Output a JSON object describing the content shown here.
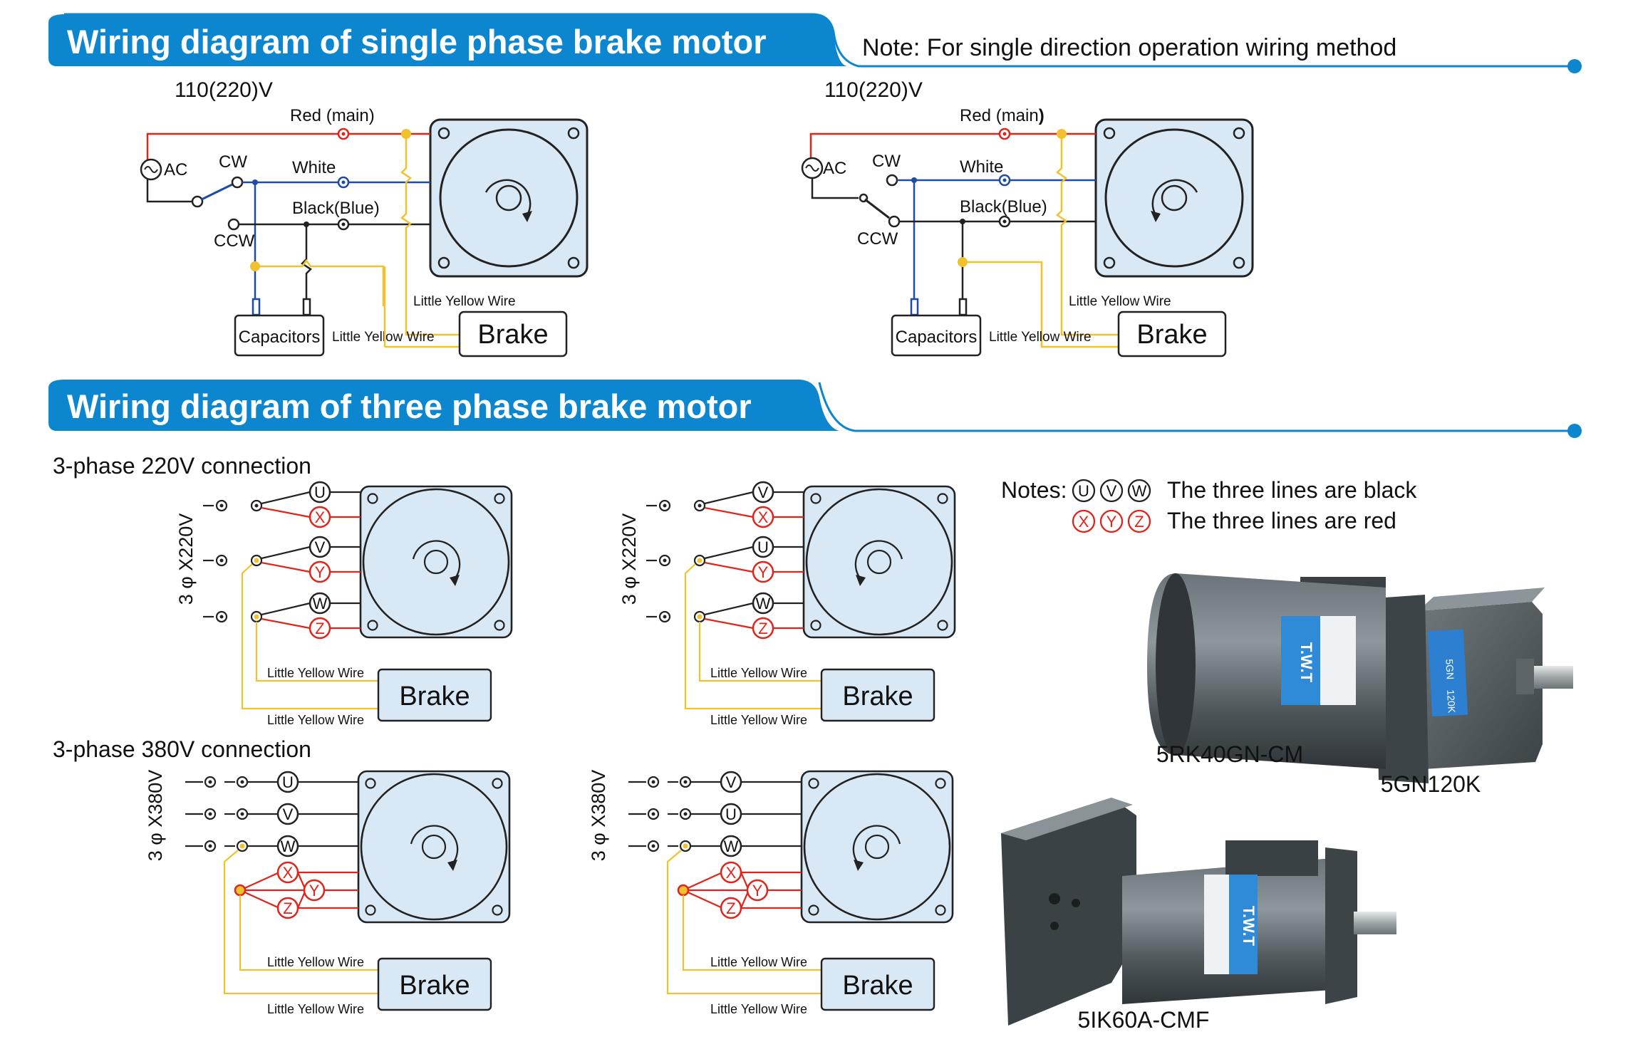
{
  "section1": {
    "title": "Wiring diagram of single phase brake motor",
    "note": "Note: For single direction operation wiring method"
  },
  "single_left": {
    "voltage": "110(220)V",
    "red_label": "Red (main)",
    "white_label": "White",
    "black_label": "Black(Blue)",
    "ac_label": "AC",
    "cw_label": "CW",
    "ccw_label": "CCW",
    "yellow_wire_upper": "Little Yellow Wire",
    "yellow_wire_lower": "Little Yellow Wire",
    "capacitors_label": "Capacitors",
    "brake_label": "Brake"
  },
  "single_right": {
    "voltage": "110(220)V",
    "red_label": "Red (main",
    "red_paren": ")",
    "white_label": "White",
    "black_label": "Black(Blue)",
    "ac_label": "AC",
    "cw_label": "CW",
    "ccw_label": "CCW",
    "yellow_wire_upper": "Little Yellow Wire",
    "yellow_wire_lower": "Little Yellow Wire",
    "capacitors_label": "Capacitors",
    "brake_label": "Brake"
  },
  "section2": {
    "title": "Wiring diagram of three phase brake motor"
  },
  "three_phase": {
    "conn220": "3-phase 220V connection",
    "conn380": "3-phase 380V connection",
    "label220": "3 φ X220V",
    "label380": "3 φ X380V",
    "yellow_wire": "Little Yellow Wire",
    "brake_label": "Brake",
    "t220_left": [
      "U",
      "X",
      "V",
      "Y",
      "W",
      "Z"
    ],
    "t220_right": [
      "V",
      "X",
      "U",
      "Y",
      "W",
      "Z"
    ],
    "t380_left": [
      "U",
      "V",
      "W",
      "X",
      "Y",
      "Z"
    ],
    "t380_right": [
      "V",
      "U",
      "W",
      "X",
      "Y",
      "Z"
    ]
  },
  "notes": {
    "prefix": "Notes:",
    "black_letters": [
      "U",
      "V",
      "W"
    ],
    "black_text": "The three lines are black",
    "red_letters": [
      "X",
      "Y",
      "Z"
    ],
    "red_text": "The three lines are red"
  },
  "products": {
    "p1": "5RK40GN-CM",
    "p2": "5GN120K",
    "p3": "5IK60A-CMF",
    "brand": "T.W.T",
    "gear_code_a": "5GN",
    "gear_code_b": "120K"
  },
  "colors": {
    "banner_blue": "#0b86cf",
    "motor_fill": "#d9e8f5",
    "red_wire": "#e2231a",
    "blue_wire": "#1f4aa8",
    "yellow_wire": "#f2c12e"
  }
}
